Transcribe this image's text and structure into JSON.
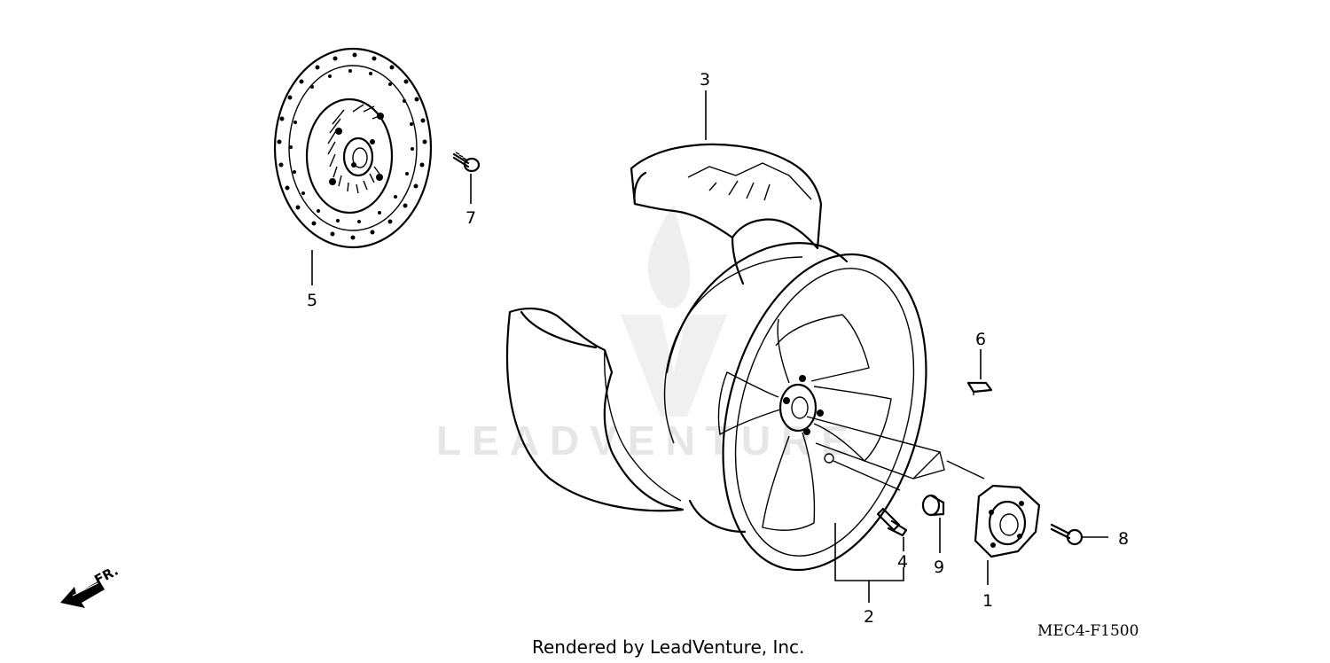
{
  "diagram": {
    "watermark": "LEADVENTURE",
    "diagram_code": "MEC4-F1500",
    "footer": "Rendered by LeadVenture, Inc.",
    "direction_label": "FR.",
    "callouts": [
      {
        "id": "1",
        "part": "hub"
      },
      {
        "id": "2",
        "part": "wheel-assembly"
      },
      {
        "id": "3",
        "part": "tire"
      },
      {
        "id": "4",
        "part": "valve"
      },
      {
        "id": "5",
        "part": "brake-disc"
      },
      {
        "id": "6",
        "part": "balance-weight"
      },
      {
        "id": "7",
        "part": "disc-bolt"
      },
      {
        "id": "8",
        "part": "hub-bolt"
      },
      {
        "id": "9",
        "part": "nut"
      }
    ]
  }
}
